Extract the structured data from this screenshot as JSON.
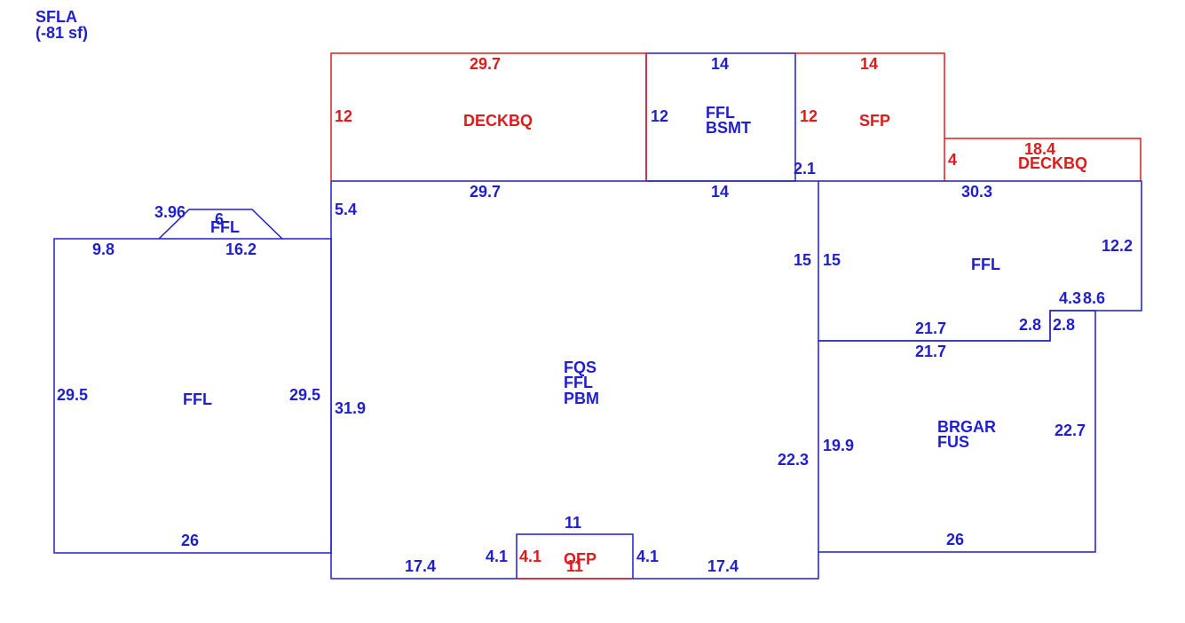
{
  "colors": {
    "blue": "#1f1fd0",
    "red": "#dd1b1b"
  },
  "header": {
    "line1": "SFLA",
    "line2": "(-81 sf)"
  },
  "sections": {
    "deck_top_left": {
      "name": "DECKBQ",
      "top": "29.7",
      "left": "12"
    },
    "ffl_bsmt": {
      "name1": "FFL",
      "name2": "BSMT",
      "top": "14",
      "left": "12"
    },
    "sfp": {
      "name": "SFP",
      "top": "14",
      "left": "12",
      "corner": "2.1"
    },
    "deck_right": {
      "name": "DECKBQ",
      "top": "18.4",
      "left": "4"
    },
    "left_wing": {
      "name": "FFL",
      "top_left": "9.8",
      "top_right": "16.2",
      "left": "29.5",
      "right": "29.5",
      "bottom": "26"
    },
    "bump": {
      "name": "FFL",
      "slope": "3.96",
      "top": "6"
    },
    "main": {
      "name1": "FQS",
      "name2": "FFL",
      "name3": "PBM",
      "top_left": "29.7",
      "top_right": "14",
      "notch": "5.4",
      "left": "31.9",
      "right_upper": "15",
      "right_lower": "22.3",
      "bottom_left": "17.4",
      "bottom_right": "17.4",
      "inset_left": "4.1",
      "inset_right": "4.1",
      "inset_top": "11"
    },
    "ofp": {
      "name1": "OFP",
      "name2": "11",
      "left": "4.1"
    },
    "right_ffl": {
      "name": "FFL",
      "top": "30.3",
      "left": "15",
      "right": "12.2",
      "bottom": "21.7",
      "step_a": "4.3",
      "step_b": "8.6",
      "step_c": "2.8"
    },
    "garage": {
      "name1": "BRGAR",
      "name2": "FUS",
      "top": "21.7",
      "left": "19.9",
      "right": "22.7",
      "bottom": "26",
      "step": "2.8"
    }
  }
}
